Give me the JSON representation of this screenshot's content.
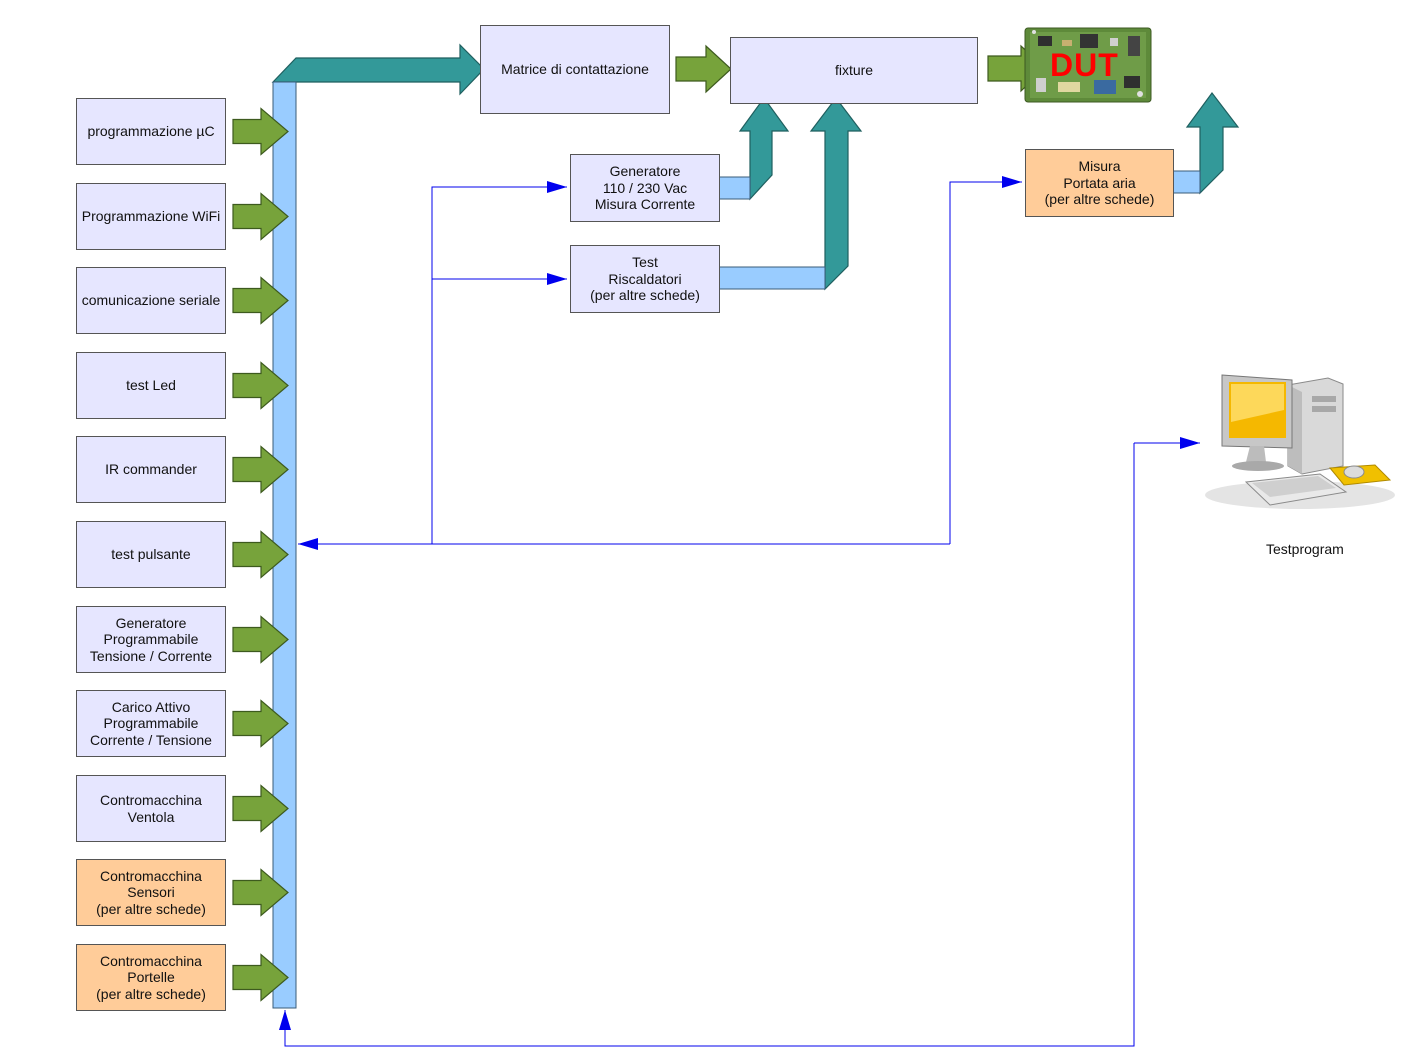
{
  "modules": [
    {
      "label": "programmazione µC",
      "style": "lavender"
    },
    {
      "label": "Programmazione WiFi",
      "style": "lavender"
    },
    {
      "label": "comunicazione seriale",
      "style": "lavender"
    },
    {
      "label": "test Led",
      "style": "lavender"
    },
    {
      "label": "IR commander",
      "style": "lavender"
    },
    {
      "label": "test pulsante",
      "style": "lavender"
    },
    {
      "label": "Generatore\nProgrammabile\nTensione / Corrente",
      "style": "lavender"
    },
    {
      "label": "Carico Attivo\nProgrammabile\nCorrente / Tensione",
      "style": "lavender"
    },
    {
      "label": "Contromacchina\nVentola",
      "style": "lavender"
    },
    {
      "label": "Contromacchina\nSensori\n(per altre schede)",
      "style": "orange"
    },
    {
      "label": "Contromacchina\nPortelle\n(per altre schede)",
      "style": "orange"
    }
  ],
  "nodes": {
    "matrix": "Matrice di contattazione",
    "fixture": "fixture",
    "dut": "DUT",
    "generator": "Generatore\n110 / 230 Vac\nMisura Corrente",
    "heaters": "Test\nRiscaldatori\n(per altre schede)",
    "airflow": "Misura\nPortata aria\n(per altre schede)",
    "pc": "Testprogram"
  },
  "colors": {
    "bus": "#99ccff",
    "lavender": "#e6e6ff",
    "orange": "#ffcc99",
    "arrow_green": "#77a33b",
    "arrow_teal": "#339999",
    "line_blue": "#0000ee",
    "dut_text": "#ff0000"
  },
  "icons": {
    "dut_board": "pcb-board-icon",
    "pc": "desktop-computer-icon"
  }
}
